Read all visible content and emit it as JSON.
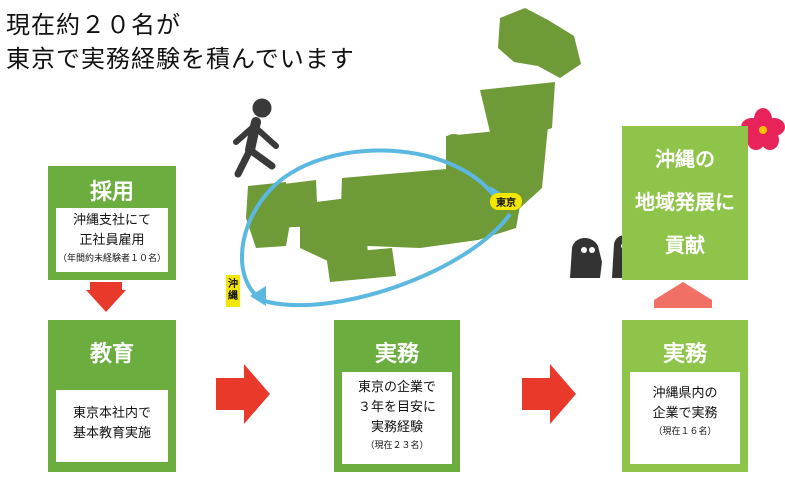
{
  "headline": {
    "line1": "現在約２０名が",
    "line2": "東京で実務経験を積んでいます"
  },
  "map": {
    "tokyo_label": "東京",
    "okinawa_label": "沖縄"
  },
  "steps": {
    "recruit": {
      "title": "採用",
      "line1": "沖縄支社にて",
      "line2": "正社員雇用",
      "note": "（年間約未経験者１０名）"
    },
    "education": {
      "title": "教育",
      "line1": "東京本社内で",
      "line2": "基本教育実施"
    },
    "practice_tokyo": {
      "title": "実務",
      "line1": "東京の企業で",
      "line2": "３年を目安に",
      "line3": "実務経験",
      "note": "（現在２３名）"
    },
    "practice_okinawa": {
      "title": "実務",
      "line1": "沖縄県内の",
      "line2": "企業で実務",
      "note": "（現在１６名）"
    },
    "goal": {
      "line1": "沖縄の",
      "line2": "地域発展に",
      "line3": "貢献"
    }
  },
  "colors": {
    "green": "#6bad3f",
    "light_green": "#8ec44a",
    "map_green": "#6e9a37",
    "arrow_red": "#e8392b",
    "arrow_salmon": "#f07065",
    "route_blue": "#5bb8e0",
    "label_yellow": "#f3e600",
    "hibiscus": "#e8235a"
  },
  "icons": [
    "walking-person-icon",
    "hibiscus-icon",
    "shisa-icon"
  ]
}
